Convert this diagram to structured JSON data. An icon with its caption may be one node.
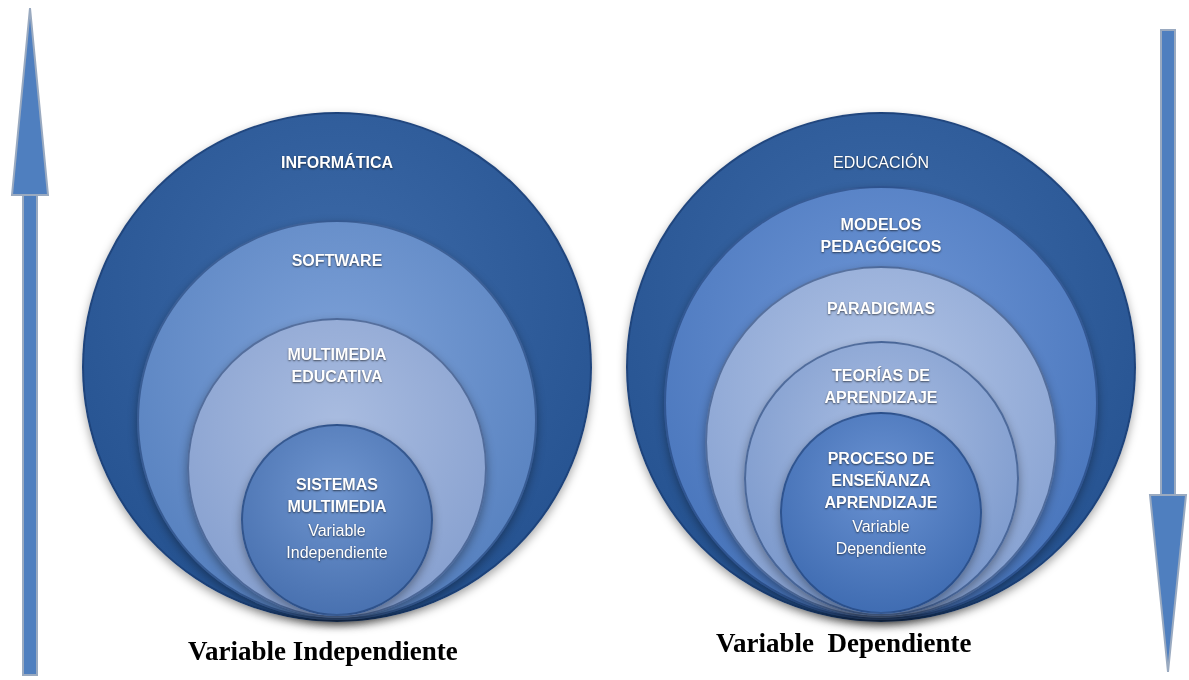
{
  "diagram": {
    "nodes": [
      {
        "text": [
          "INFORMÁTICA"
        ]
      },
      {
        "text": [
          "SOFTWARE"
        ],
        "in": 0
      },
      {
        "text": [
          "MULTIMEDIA EDUCATIVA"
        ],
        "in": 1
      },
      {
        "text": [
          "SISTEMAS MULTIMEDIA",
          "Variable Independiente"
        ],
        "in": 2
      },
      {
        "text": [
          "EDUCACIÓN"
        ]
      },
      {
        "text": [
          "MODELOS PEDAGÓGICOS"
        ],
        "in": 4
      },
      {
        "text": [
          "PARADIGMAS"
        ],
        "in": 5
      },
      {
        "text": [
          "TEORÍAS DE APRENDIZAJE"
        ],
        "in": 6
      },
      {
        "text": [
          "PROCESO DE ENSEÑANZA APRENDIZAJE",
          "Variable Dependiente"
        ],
        "in": 7
      }
    ],
    "labels": [
      "Variable Independiente",
      "Variable  Dependiente"
    ]
  }
}
